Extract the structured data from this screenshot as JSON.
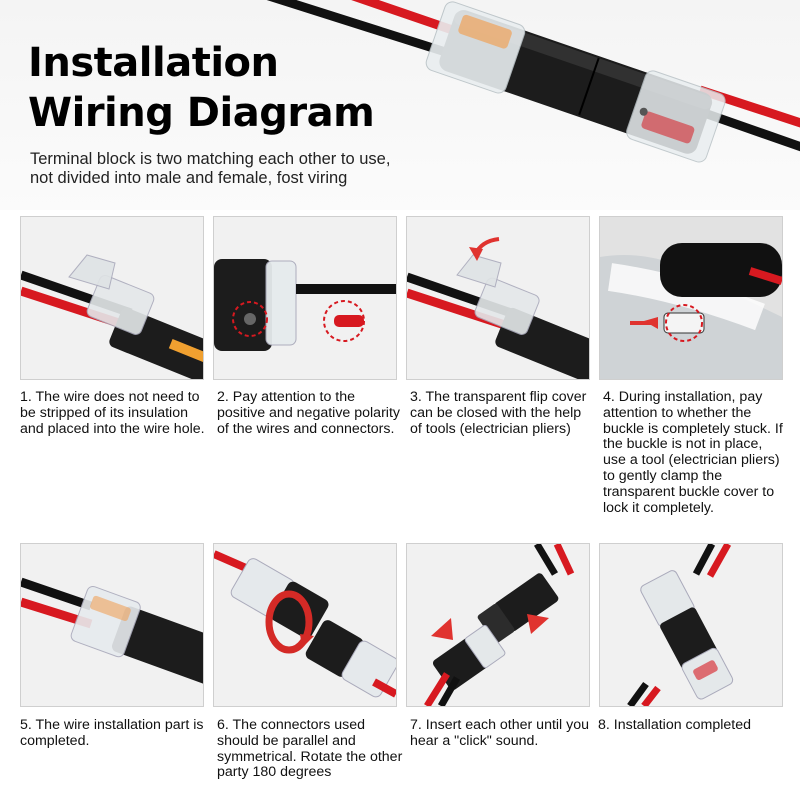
{
  "header": {
    "title_line1": "Installation",
    "title_line2": "Wiring Diagram",
    "subtitle_line1": "Terminal block is two matching each other to use,",
    "subtitle_line2": "not divided into male and female, fost viring"
  },
  "steps": [
    {
      "caption": "1. The wire does not need to be stripped of its insulation and placed into the wire hole."
    },
    {
      "caption": "2. Pay attention to the positive and negative polarity of the wires and connectors."
    },
    {
      "caption": "3. The transparent flip cover can be closed with the help of tools (electrician pliers)"
    },
    {
      "caption": "4. During installation, pay attention to whether the buckle is completely stuck. If the buckle is not in place, use a tool (electrician pliers) to gently clamp the transparent buckle cover to lock it completely."
    },
    {
      "caption": "5. The wire installation part is completed."
    },
    {
      "caption": "6. The connectors used should be parallel and symmetrical. Rotate the other party 180 degrees"
    },
    {
      "caption": "7. Insert each other until you hear a \"click\" sound."
    },
    {
      "caption": "8. Installation completed"
    }
  ],
  "colors": {
    "wire_red": "#d71920",
    "wire_black": "#111111",
    "connector_body": "#1c1c1c",
    "arrow_red": "#e0332f",
    "panel_bg": "#f1f1f1"
  }
}
